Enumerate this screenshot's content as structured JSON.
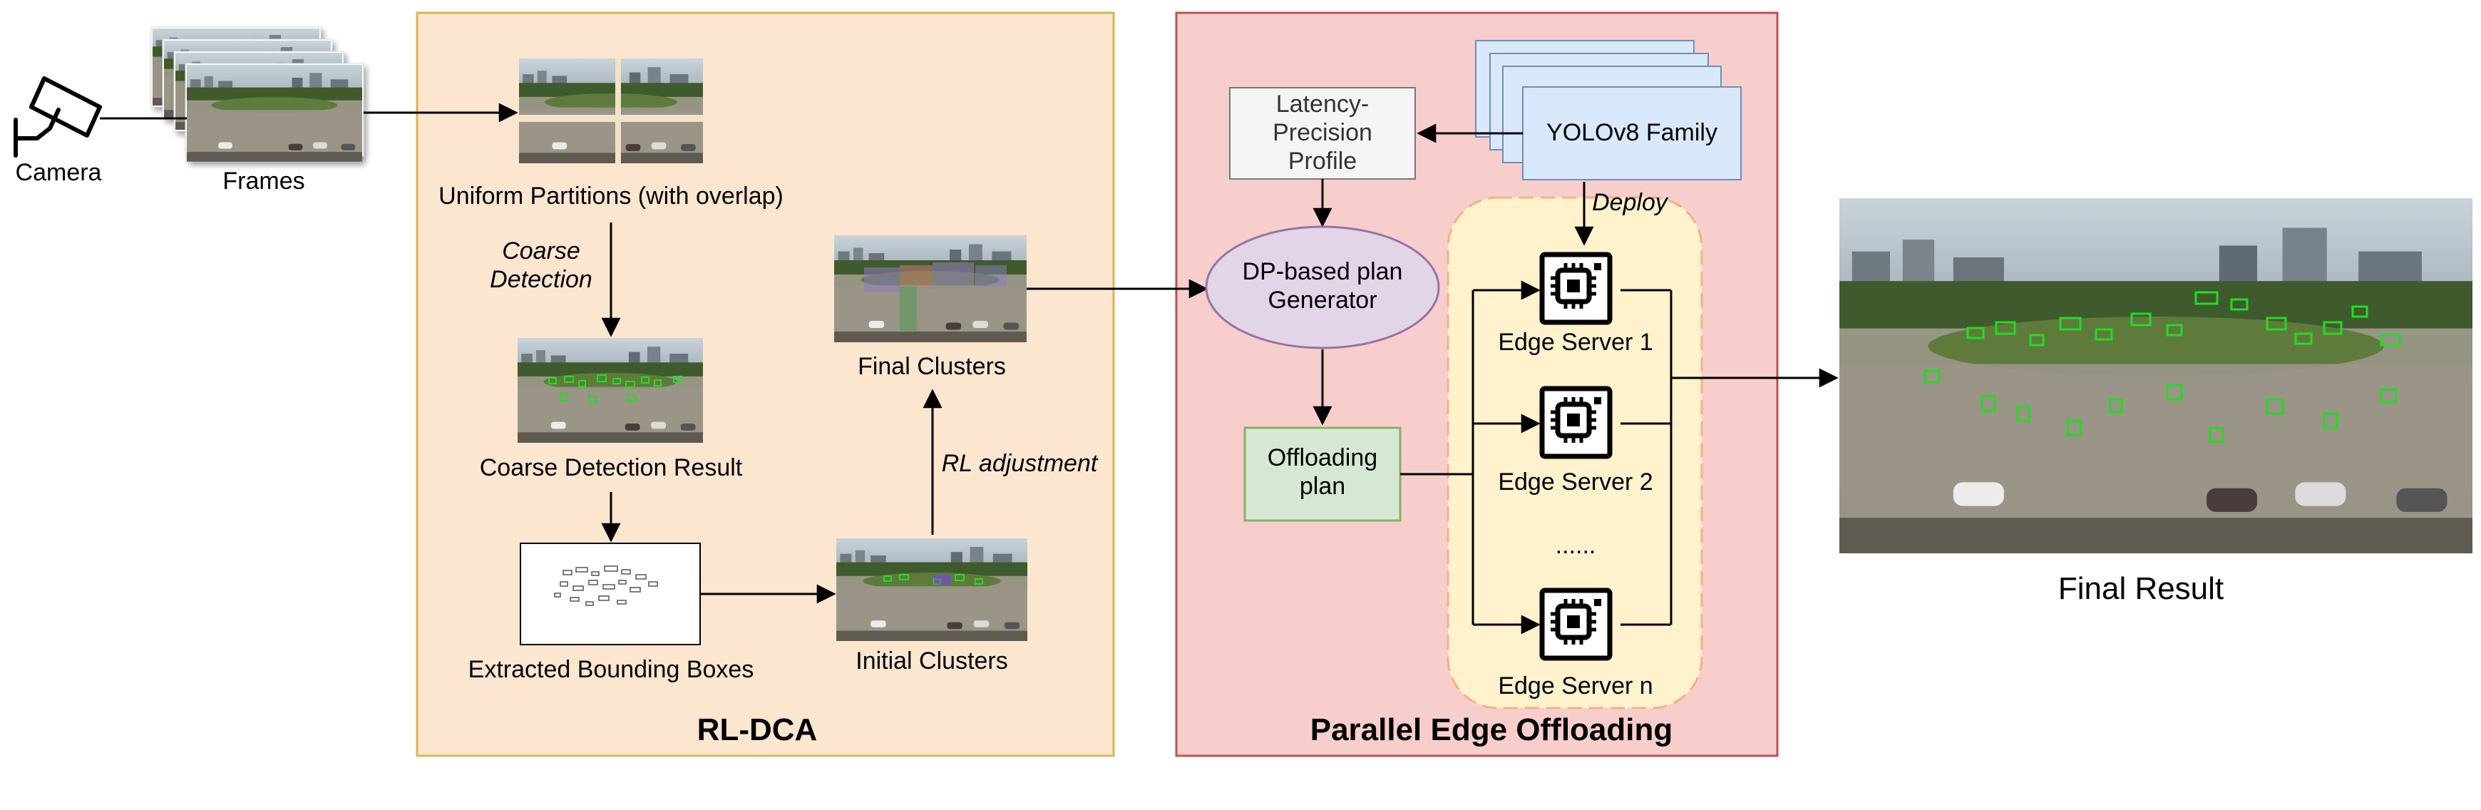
{
  "camera": {
    "label": "Camera"
  },
  "frames": {
    "label": "Frames"
  },
  "rl_dca": {
    "title": "RL-DCA",
    "uniform_partitions": "Uniform Partitions (with overlap)",
    "coarse_detection_step": [
      "Coarse",
      "Detection"
    ],
    "coarse_detection_result": "Coarse Detection Result",
    "extracted_bounding_boxes": "Extracted Bounding Boxes",
    "initial_clusters": "Initial Clusters",
    "rl_adjustment": "RL adjustment",
    "final_clusters": "Final Clusters"
  },
  "offloading": {
    "title": "Parallel Edge Offloading",
    "latency_profile": [
      "Latency-",
      "Precision",
      "Profile"
    ],
    "yolo_family": "YOLOv8 Family",
    "deploy": "Deploy",
    "dp_generator": [
      "DP-based plan",
      "Generator"
    ],
    "offloading_plan": [
      "Offloading",
      "plan"
    ],
    "servers": [
      "Edge Server 1",
      "Edge Server 2",
      "Edge Server n"
    ],
    "ellipsis": "......"
  },
  "final_result": {
    "label": "Final Result"
  },
  "colors": {
    "rl_dca_fill": "#fde6cf",
    "rl_dca_stroke": "#d6b656",
    "offloading_fill": "#f8cecc",
    "offloading_stroke": "#b85450",
    "yolo_fill": "#dae8fc",
    "yolo_stroke": "#6c8ebf",
    "ellipse_fill": "#e1d5e7",
    "ellipse_stroke": "#9673a6",
    "plan_fill": "#d5e8d4",
    "plan_stroke": "#82b366",
    "server_zone_fill": "#fff2cc",
    "server_zone_stroke": "#f4b183",
    "detection_green": "#22dd22"
  }
}
